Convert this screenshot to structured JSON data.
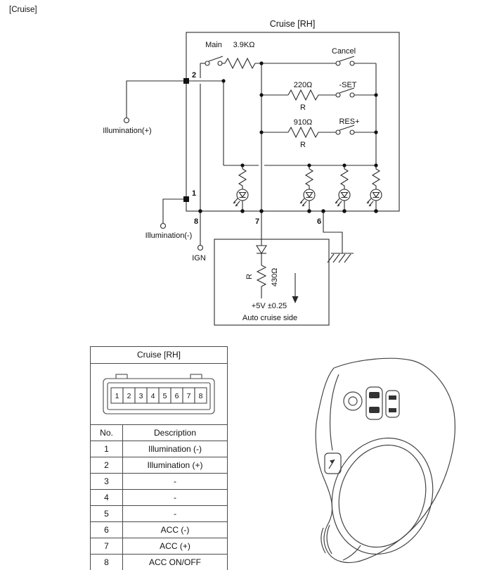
{
  "page": {
    "corner_label": "[Cruise]"
  },
  "schematic": {
    "title": "Cruise [RH]",
    "main_label": "Main",
    "main_resistor": "3.9KΩ",
    "cancel_label": "Cancel",
    "set_resistor": "220Ω",
    "set_label": "-SET",
    "res_resistor": "910Ω",
    "res_label": "RES+",
    "r_label_1": "R",
    "r_label_2": "R",
    "pin_2": "2",
    "pin_1": "1",
    "pin_8": "8",
    "pin_7": "7",
    "pin_6": "6",
    "illumination_plus": "Illumination(+)",
    "illumination_minus": "Illumination(-)",
    "ign_label": "IGN",
    "sub_r_label": "R",
    "sub_resistor": "430Ω",
    "voltage_label": "+5V ±0.25",
    "sub_box_label": "Auto cruise side"
  },
  "connector_table": {
    "title": "Cruise [RH]",
    "pins": [
      "1",
      "2",
      "3",
      "4",
      "5",
      "6",
      "7",
      "8"
    ],
    "col_no": "No.",
    "col_description": "Description",
    "rows": [
      {
        "no": "1",
        "description": "Illumination (-)"
      },
      {
        "no": "2",
        "description": "Illumination (+)"
      },
      {
        "no": "3",
        "description": "-"
      },
      {
        "no": "4",
        "description": "-"
      },
      {
        "no": "5",
        "description": "-"
      },
      {
        "no": "6",
        "description": "ACC (-)"
      },
      {
        "no": "7",
        "description": "ACC (+)"
      },
      {
        "no": "8",
        "description": "ACC ON/OFF"
      }
    ]
  }
}
